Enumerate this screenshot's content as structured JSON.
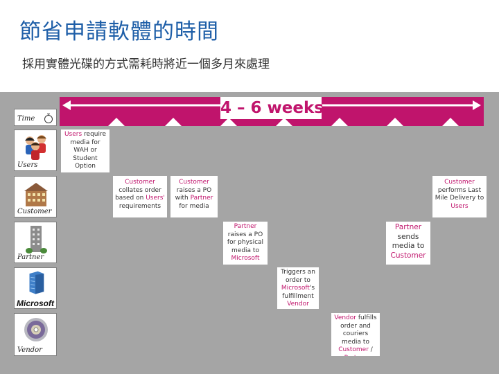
{
  "title": "節省申請軟體的時間",
  "subtitle": "採用實體光碟的方式需耗時將近一個多月來處理",
  "timeline": {
    "label": "4 – 6 weeks"
  },
  "colors": {
    "title": "#1f5fa8",
    "accent": "#c0146c",
    "background": "#a5a5a5",
    "timeline": "#c0146c"
  },
  "roles": [
    {
      "label": "Time",
      "icon": "stopwatch-icon"
    },
    {
      "label": "Users",
      "icon": "users-group-icon"
    },
    {
      "label": "Customer",
      "icon": "office-building-icon"
    },
    {
      "label": "Partner",
      "icon": "office-tower-icon"
    },
    {
      "label": "",
      "icon": "server-rack-icon",
      "logo": "Microsoft"
    },
    {
      "label": "Vendor",
      "icon": "cd-disc-icon"
    }
  ],
  "steps": [
    {
      "parts": [
        [
          "Users",
          true
        ],
        [
          " require media for WAH or Student Option",
          false
        ]
      ]
    },
    {
      "parts": [
        [
          "Customer",
          true
        ],
        [
          " collates order based on ",
          false
        ],
        [
          "Users'",
          true
        ],
        [
          " requirements",
          false
        ]
      ]
    },
    {
      "parts": [
        [
          "Customer",
          true
        ],
        [
          " raises a PO with ",
          false
        ],
        [
          "Partner",
          true
        ],
        [
          " for media",
          false
        ]
      ]
    },
    {
      "parts": [
        [
          "Customer",
          true
        ],
        [
          " performs Last Mile Delivery to ",
          false
        ],
        [
          "Users",
          true
        ]
      ]
    },
    {
      "parts": [
        [
          "Partner",
          true
        ],
        [
          " raises a PO for physical media to ",
          false
        ],
        [
          "Microsoft",
          true
        ]
      ]
    },
    {
      "parts": [
        [
          "Partner",
          true
        ],
        [
          " sends media to ",
          false
        ],
        [
          "Customer",
          true
        ]
      ]
    },
    {
      "parts": [
        [
          "Triggers an order to ",
          false
        ],
        [
          "Microsoft",
          true
        ],
        [
          "'s fulfillment ",
          false
        ],
        [
          "Vendor",
          true
        ]
      ]
    },
    {
      "parts": [
        [
          "Vendor",
          true
        ],
        [
          " fulfills order and couriers media to ",
          false
        ],
        [
          "Customer",
          true
        ],
        [
          " / ",
          false
        ],
        [
          "Partner",
          true
        ]
      ]
    }
  ]
}
